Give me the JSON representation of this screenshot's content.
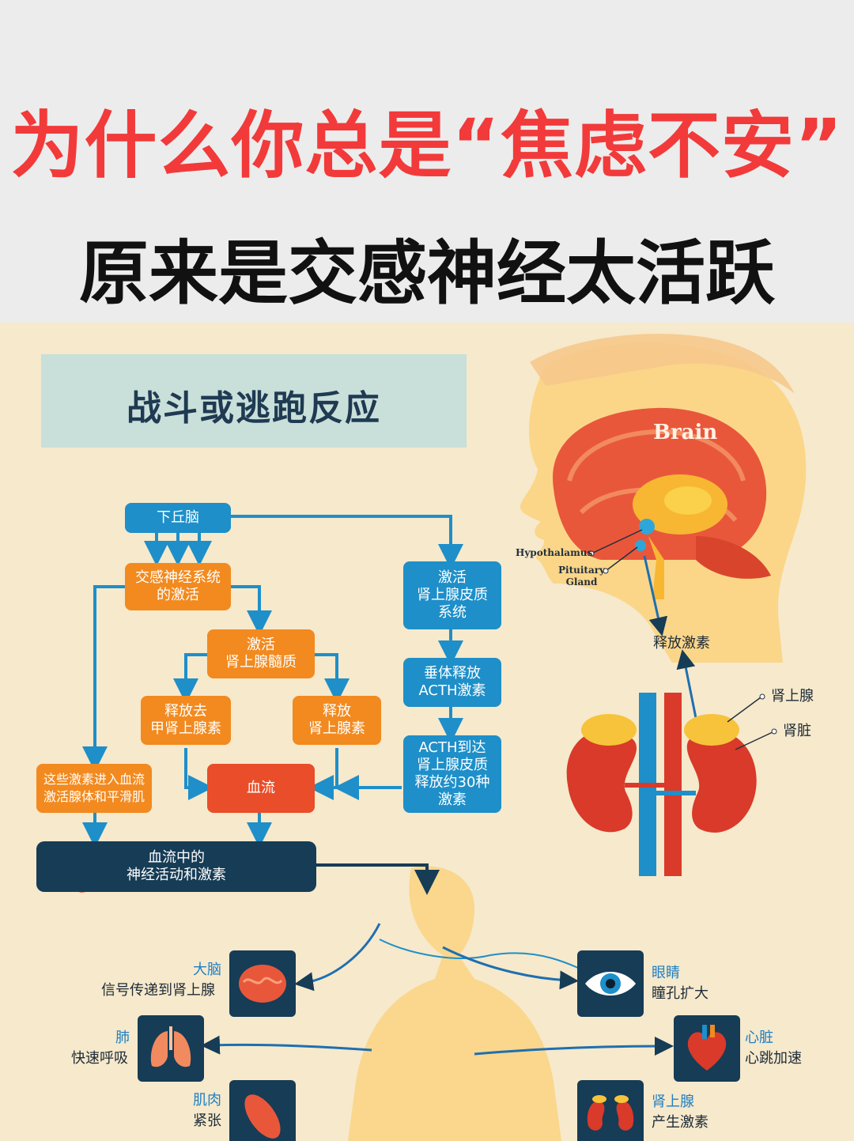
{
  "header": {
    "title_line1": "为什么你总是“焦虑不安”",
    "title_line2": "原来是交感神经太活跃"
  },
  "poster": {
    "panel_title": "战斗或逃跑反应",
    "brain_label": "Brain",
    "hypothalamus_label": "Hypothalamus",
    "pituitary_label": "Pituitary\nGland",
    "release_hormone": "释放激素",
    "adrenal_gland": "肾上腺",
    "kidney": "肾脏"
  },
  "flow": {
    "hypothalamus": "下丘脑",
    "sympathetic": "交感神经系统\n的激活",
    "activate_medulla": "激活\n肾上腺髓质",
    "release_norepinephrine": "释放去\n甲肾上腺素",
    "release_epinephrine": "释放\n肾上腺素",
    "hormones_enter_blood": "这些激素进入血流\n激活腺体和平滑肌",
    "bloodstream": "血流",
    "activate_cortex": "激活\n肾上腺皮质\n系统",
    "pituitary_acth": "垂体释放\nACTH激素",
    "acth_cortex": "ACTH到达\n肾上腺皮质\n释放约30种\n激素",
    "neural_hormones": "血流中的\n神经活动和激素"
  },
  "effects": {
    "brain": {
      "title": "大脑",
      "desc": "信号传递到肾上腺"
    },
    "eyes": {
      "title": "眼睛",
      "desc": "瞳孔扩大"
    },
    "lungs": {
      "title": "肺",
      "desc": "快速呼吸"
    },
    "heart": {
      "title": "心脏",
      "desc": "心跳加速"
    },
    "muscle": {
      "title": "肌肉",
      "desc": "紧张"
    },
    "adrenal": {
      "title": "肾上腺",
      "desc": "产生激素"
    }
  },
  "colors": {
    "title_red": "#f23a3a",
    "flow_blue": "#1e8fc9",
    "flow_orange": "#f28a1f",
    "flow_red": "#e94d2a",
    "navy": "#163c56",
    "poster_bg": "#f6e9cc"
  }
}
